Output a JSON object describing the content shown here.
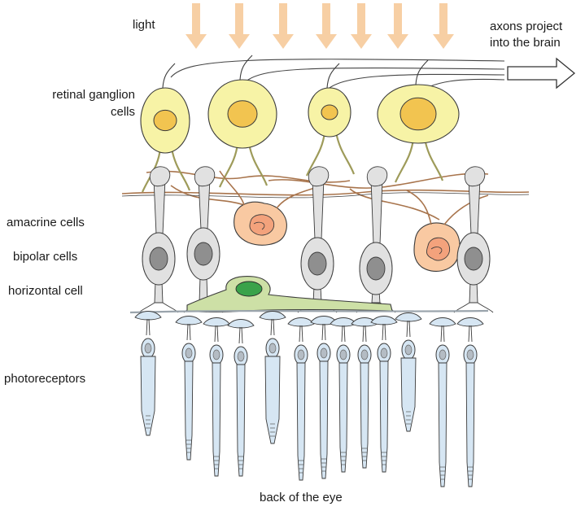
{
  "labels": {
    "light": "light",
    "axons_line1": "axons project",
    "axons_line2": "into the brain",
    "ganglion_line1": "retinal ganglion",
    "ganglion_line2": "cells",
    "amacrine": "amacrine cells",
    "bipolar": "bipolar cells",
    "horizontal": "horizontal cell",
    "photoreceptors": "photoreceptors",
    "back": "back of the eye"
  },
  "colors": {
    "light_arrow": "#f7cfa4",
    "ganglion_body": "#f7f3a6",
    "ganglion_nucleus": "#f2c450",
    "amacrine_body": "#f9c9a2",
    "amacrine_nucleus": "#f3a27c",
    "bipolar_body": "#e1e1e1",
    "bipolar_nucleus": "#8f8f8f",
    "horizontal_body": "#cde0a6",
    "horizontal_nucleus": "#3aa24a",
    "photoreceptor_body": "#d6e6f3",
    "nerve_fiber": "#a8744c",
    "outline": "#3b3b3b"
  },
  "icons": [
    "light-arrow-icon",
    "axon-arrow-icon"
  ]
}
